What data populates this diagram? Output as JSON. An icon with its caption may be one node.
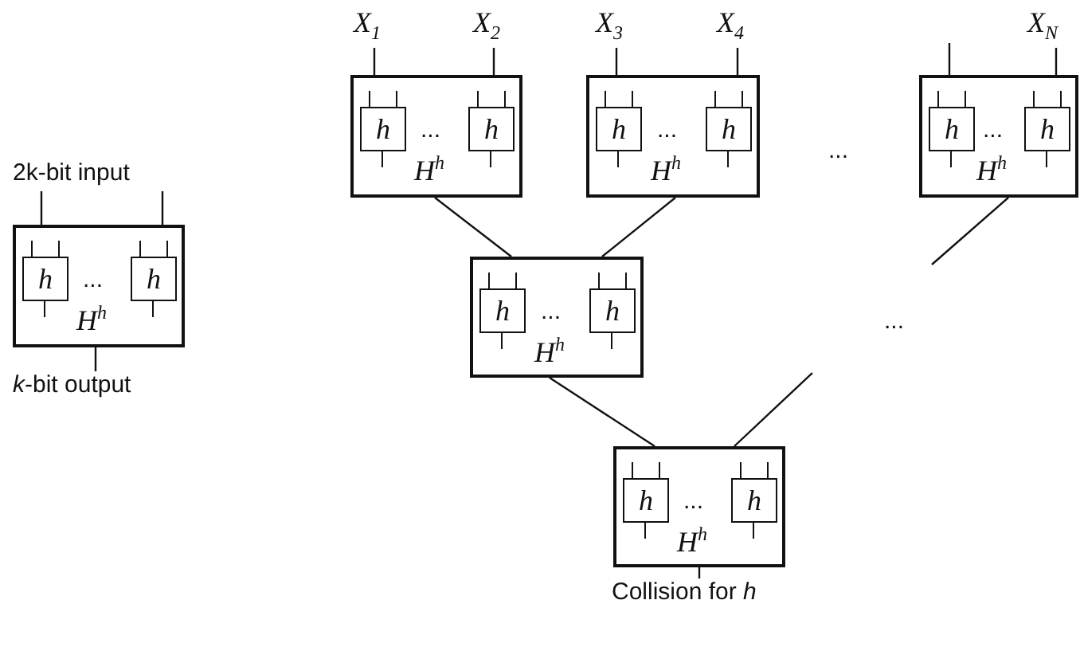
{
  "diagram": {
    "nodes": [
      {
        "text": [
          "2k-bit input"
        ]
      },
      {
        "text": [
          "...",
          "H$^{h}$"
        ]
      },
      {
        "text": [
          "h"
        ],
        "in": 1
      },
      {
        "text": [
          "h"
        ],
        "in": 1
      },
      {
        "text": [
          "*k*-bit output"
        ]
      },
      {
        "text": [
          "X$_{1}$"
        ]
      },
      {
        "text": [
          "X$_{2}$"
        ]
      },
      {
        "text": [
          "X$_{3}$"
        ]
      },
      {
        "text": [
          "X$_{4}$"
        ]
      },
      {
        "text": [
          "X$_{N}$"
        ]
      },
      {
        "text": [
          "...",
          "H$^{h}$"
        ]
      },
      {
        "text": [
          "h"
        ],
        "in": 10
      },
      {
        "text": [
          "h"
        ],
        "in": 10
      },
      {
        "text": [
          "...",
          "H$^{h}$"
        ]
      },
      {
        "text": [
          "h"
        ],
        "in": 13
      },
      {
        "text": [
          "h"
        ],
        "in": 13
      },
      {
        "text": [
          "...",
          "H$^{h}$"
        ]
      },
      {
        "text": [
          "h"
        ],
        "in": 16
      },
      {
        "text": [
          "h"
        ],
        "in": 16
      },
      {
        "text": [
          "...",
          "H$^{h}$"
        ]
      },
      {
        "text": [
          "h"
        ],
        "in": 19
      },
      {
        "text": [
          "h"
        ],
        "in": 19
      },
      {
        "text": [
          "...",
          "H$^{h}$"
        ]
      },
      {
        "text": [
          "h"
        ],
        "in": 22
      },
      {
        "text": [
          "h"
        ],
        "in": 22
      },
      {
        "text": [
          "Collision for *h*"
        ]
      }
    ],
    "edges": [
      {
        "from": 0,
        "to": 1,
        "arrow": "none"
      },
      {
        "from": 0,
        "to": 1,
        "arrow": "none"
      },
      {
        "from": 1,
        "to": 4,
        "arrow": "none"
      },
      {
        "from": 5,
        "to": 10,
        "arrow": "none"
      },
      {
        "from": 6,
        "to": 10,
        "arrow": "none"
      },
      {
        "from": 7,
        "to": 13,
        "arrow": "none"
      },
      {
        "from": 8,
        "to": 13,
        "arrow": "none"
      },
      {
        "from": null,
        "to": 16,
        "arrow": "none"
      },
      {
        "from": 9,
        "to": 16,
        "arrow": "none"
      },
      {
        "from": 10,
        "to": 19,
        "arrow": "none"
      },
      {
        "from": 13,
        "to": 19,
        "arrow": "none"
      },
      {
        "from": 16,
        "to": null,
        "arrow": "none"
      },
      {
        "from": 19,
        "to": 22,
        "arrow": "none"
      },
      {
        "from": 22,
        "to": null,
        "arrow": "none"
      },
      {
        "from": 22,
        "to": 25,
        "arrow": "none"
      }
    ],
    "labels": [
      "...",
      "..."
    ]
  }
}
